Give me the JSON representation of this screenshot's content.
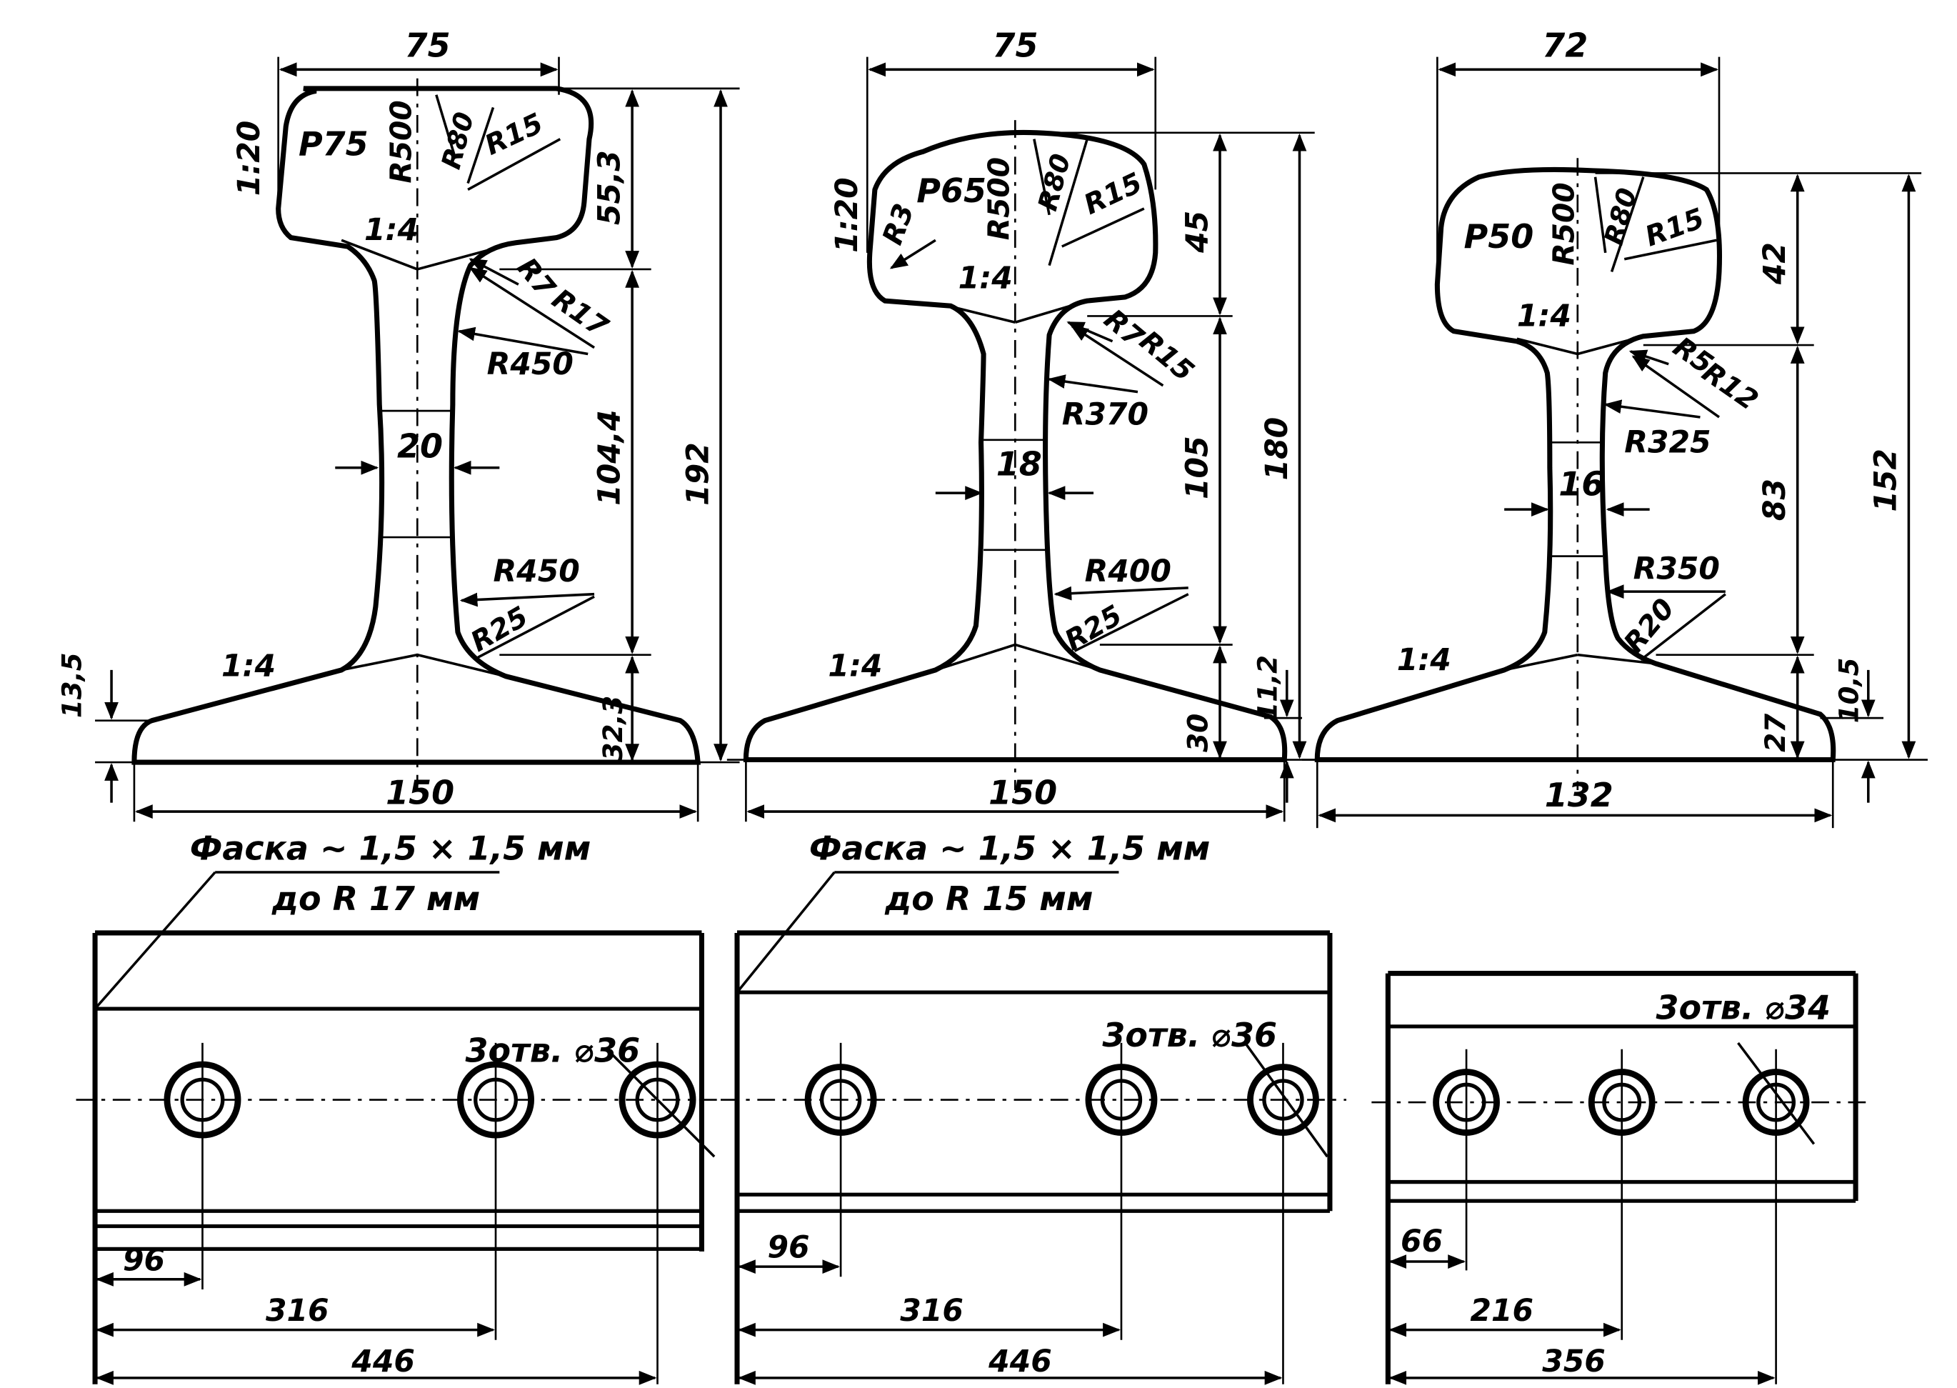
{
  "profiles": [
    {
      "name": "Р75",
      "head_width": "75",
      "head_taper": "1:20",
      "head_radius": "R500",
      "head_side_radius": "R80",
      "head_corner_radius": "R15",
      "neck_slope": "1:4",
      "fillet_upper_a": "R7",
      "fillet_upper_b": "R17",
      "web_upper_radius": "R450",
      "web_width": "20",
      "web_lower_radius": "R450",
      "fillet_lower": "R25",
      "foot_slope": "1:4",
      "head_height": "55,3",
      "web_height": "104,4",
      "total_height": "192",
      "foot_edge": "13,5",
      "foot_height": "32,3",
      "foot_width": "150"
    },
    {
      "name": "Р65",
      "head_width": "75",
      "head_taper": "1:20",
      "head_corner_left": "R3",
      "head_radius": "R500",
      "head_side_radius": "R80",
      "head_corner_radius": "R15",
      "neck_slope": "1:4",
      "fillet_upper_a": "R7",
      "fillet_upper_b": "R15",
      "web_upper_radius": "R370",
      "web_width": "18",
      "web_lower_radius": "R400",
      "fillet_lower": "R25",
      "foot_slope": "1:4",
      "head_height": "45",
      "web_height": "105",
      "total_height": "180",
      "foot_edge": "11,2",
      "foot_height": "30",
      "foot_width": "150"
    },
    {
      "name": "Р50",
      "head_width": "72",
      "head_radius": "R500",
      "head_side_radius": "R80",
      "head_corner_radius": "R15",
      "neck_slope": "1:4",
      "fillet_upper_a": "R5",
      "fillet_upper_b": "R12",
      "web_upper_radius": "R325",
      "web_width": "16",
      "web_lower_radius": "R350",
      "fillet_lower": "R20",
      "foot_slope": "1:4",
      "head_height": "42",
      "web_height": "83",
      "total_height": "152",
      "foot_edge": "10,5",
      "foot_height": "27",
      "foot_width": "132"
    }
  ],
  "ends": [
    {
      "chamfer_line1": "Фаска ~ 1,5 × 1,5 мм",
      "chamfer_line2": "до R 17 мм",
      "holes": "3отв. ⌀36",
      "dim1": "96",
      "dim2": "316",
      "dim3": "446"
    },
    {
      "chamfer_line1": "Фаска ~ 1,5 × 1,5 мм",
      "chamfer_line2": "до R 15 мм",
      "holes": "3отв. ⌀36",
      "dim1": "96",
      "dim2": "316",
      "dim3": "446"
    },
    {
      "holes": "3отв. ⌀34",
      "dim1": "66",
      "dim2": "216",
      "dim3": "356"
    }
  ]
}
